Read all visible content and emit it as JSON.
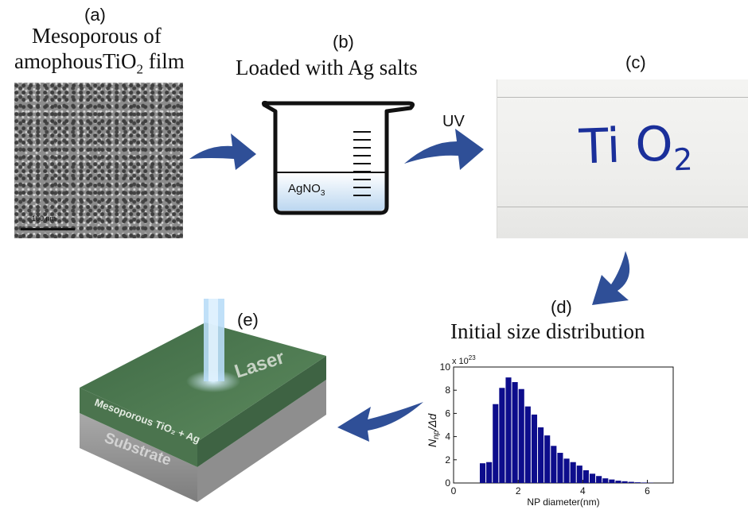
{
  "panel_a": {
    "letter": "(a)",
    "caption_line1": "Mesoporous of",
    "caption_line2_main": "amophousTiO",
    "caption_line2_sub": "2",
    "caption_line2_tail": " film",
    "scale_label": "100 nm"
  },
  "panel_b": {
    "letter": "(b)",
    "caption": "Loaded with Ag salts",
    "beaker_label_main": "AgNO",
    "beaker_label_sub": "3"
  },
  "arrow_uv": {
    "label": "UV"
  },
  "panel_c": {
    "letter": "(c)",
    "handwriting_main": "Ti O",
    "handwriting_sub": "2"
  },
  "panel_d": {
    "letter": "(d)",
    "caption": "Initial size distribution"
  },
  "panel_e": {
    "letter": "(e)",
    "label_laser": "Laser",
    "label_layer": "Mesoporous TiO₂ + Ag",
    "label_substrate": "Substrate"
  },
  "colors": {
    "arrow": "#2f4f97",
    "bar": "#0d0d8c",
    "green_layer": "#4f7d52",
    "substrate": "#9a9a9a",
    "laser": "#b9ddf7",
    "handwriting": "#1a2f9a"
  },
  "chart_data": {
    "type": "bar",
    "ylabel": "N_np/Δd",
    "xlabel": "NP diameter(nm)",
    "y_multiplier": "x 10^23",
    "xlim": [
      0,
      6.8
    ],
    "ylim": [
      0,
      10
    ],
    "xticks": [
      "0",
      "2",
      "4",
      "6"
    ],
    "yticks": [
      "0",
      "2",
      "4",
      "6",
      "8",
      "10"
    ],
    "bin_width": 0.2,
    "series": [
      {
        "x": [
          0.9,
          1.1,
          1.3,
          1.5,
          1.7,
          1.9,
          2.1,
          2.3,
          2.5,
          2.7,
          2.9,
          3.1,
          3.3,
          3.5,
          3.7,
          3.9,
          4.1,
          4.3,
          4.5,
          4.7,
          4.9,
          5.1,
          5.3,
          5.5,
          5.7,
          5.9,
          6.1
        ],
        "values": [
          1.7,
          1.8,
          6.8,
          8.2,
          9.1,
          8.7,
          8.1,
          6.6,
          5.9,
          4.8,
          4.1,
          3.2,
          2.6,
          2.1,
          1.8,
          1.5,
          1.1,
          0.8,
          0.6,
          0.4,
          0.3,
          0.2,
          0.15,
          0.1,
          0.06,
          0.04,
          0.02
        ]
      }
    ]
  }
}
